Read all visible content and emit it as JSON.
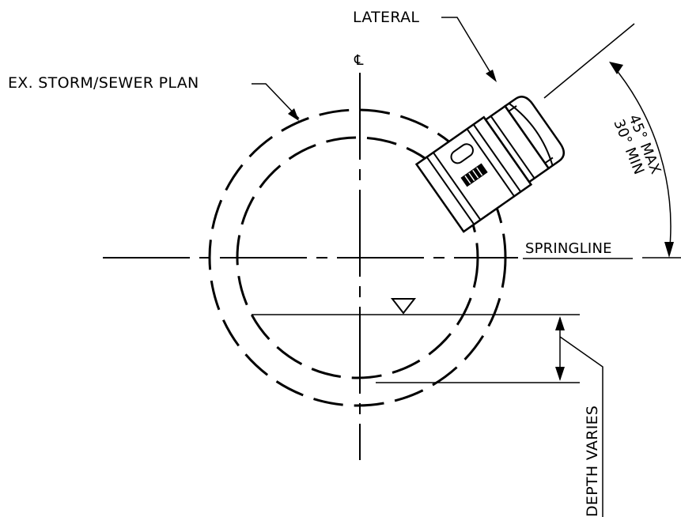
{
  "labels": {
    "lateral": "LATERAL",
    "pipe": "EX. STORM/SEWER PLAN",
    "centerline": "℄",
    "angle_max": "45° MAX",
    "angle_min": "30° MIN",
    "springline": "SPRINGLINE",
    "depth": "DEPTH VARIES"
  },
  "icons": {
    "water_surface": "inverted-triangle-icon",
    "connector": "saddle-connector-icon"
  },
  "colors": {
    "ink": "#000000",
    "paper": "#ffffff"
  }
}
